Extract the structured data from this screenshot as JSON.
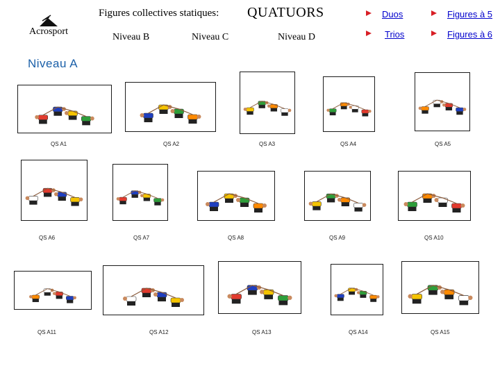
{
  "header": {
    "title_prefix": "Figures collectives statiques:",
    "title_main": "QUATUORS",
    "logo_text": "Acrosport",
    "levels": [
      "Niveau B",
      "Niveau C",
      "Niveau D"
    ],
    "links": [
      {
        "label": "Duos"
      },
      {
        "label": "Trios"
      },
      {
        "label": "Figures à 5"
      },
      {
        "label": "Figures à 6"
      }
    ],
    "bullet_color": "#d81f26"
  },
  "section": {
    "title": "Niveau A"
  },
  "figures": [
    {
      "label": "QS A1"
    },
    {
      "label": "QS A2"
    },
    {
      "label": "QS A3"
    },
    {
      "label": "QS A4"
    },
    {
      "label": "QS A5"
    },
    {
      "label": "QS A6"
    },
    {
      "label": "QS A7"
    },
    {
      "label": "QS A8"
    },
    {
      "label": "QS A9"
    },
    {
      "label": "QS A10"
    },
    {
      "label": "QS A11"
    },
    {
      "label": "QS A12"
    },
    {
      "label": "QS A13"
    },
    {
      "label": "QS A14"
    },
    {
      "label": "QS A15"
    }
  ],
  "colors": {
    "link": "#0000cc",
    "section_title": "#1a5fa8"
  }
}
